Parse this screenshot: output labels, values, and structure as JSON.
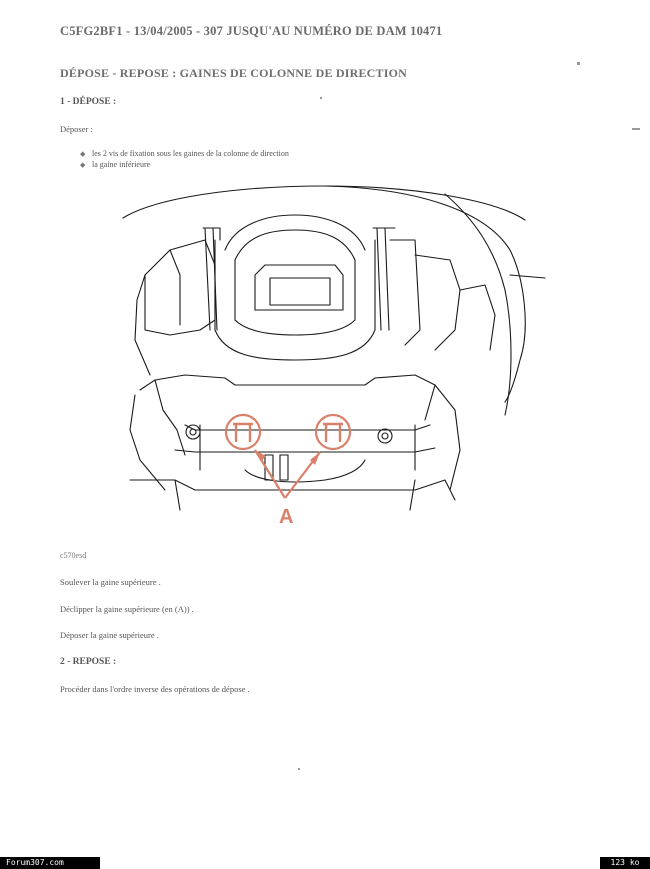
{
  "document": {
    "reference": "C5FG2BF1 - 13/04/2005 - 307 JUSQU'AU NUMÉRO DE DAM 10471",
    "title": "DÉPOSE - REPOSE : GAINES DE COLONNE DE DIRECTION",
    "section1": {
      "heading": "1 - DÉPOSE :",
      "intro": "Déposer :",
      "bullets": [
        "les 2 vis de fixation sous les gaines de la colonne de direction",
        "la gaine inférieure"
      ]
    },
    "figure": {
      "callout_label": "A",
      "code": "c570esd",
      "accent_color": "#d9806a"
    },
    "steps": [
      "Soulever la gaine supérieure .",
      "Déclipper la gaine supérieure (en (A)) .",
      "Déposer la gaine supérieure ."
    ],
    "section2": {
      "heading": "2 - REPOSE :",
      "text": "Procéder dans l'ordre inverse des opérations de dépose ."
    }
  },
  "footer": {
    "site": "Forum307.com",
    "filesize": "123 ko"
  }
}
